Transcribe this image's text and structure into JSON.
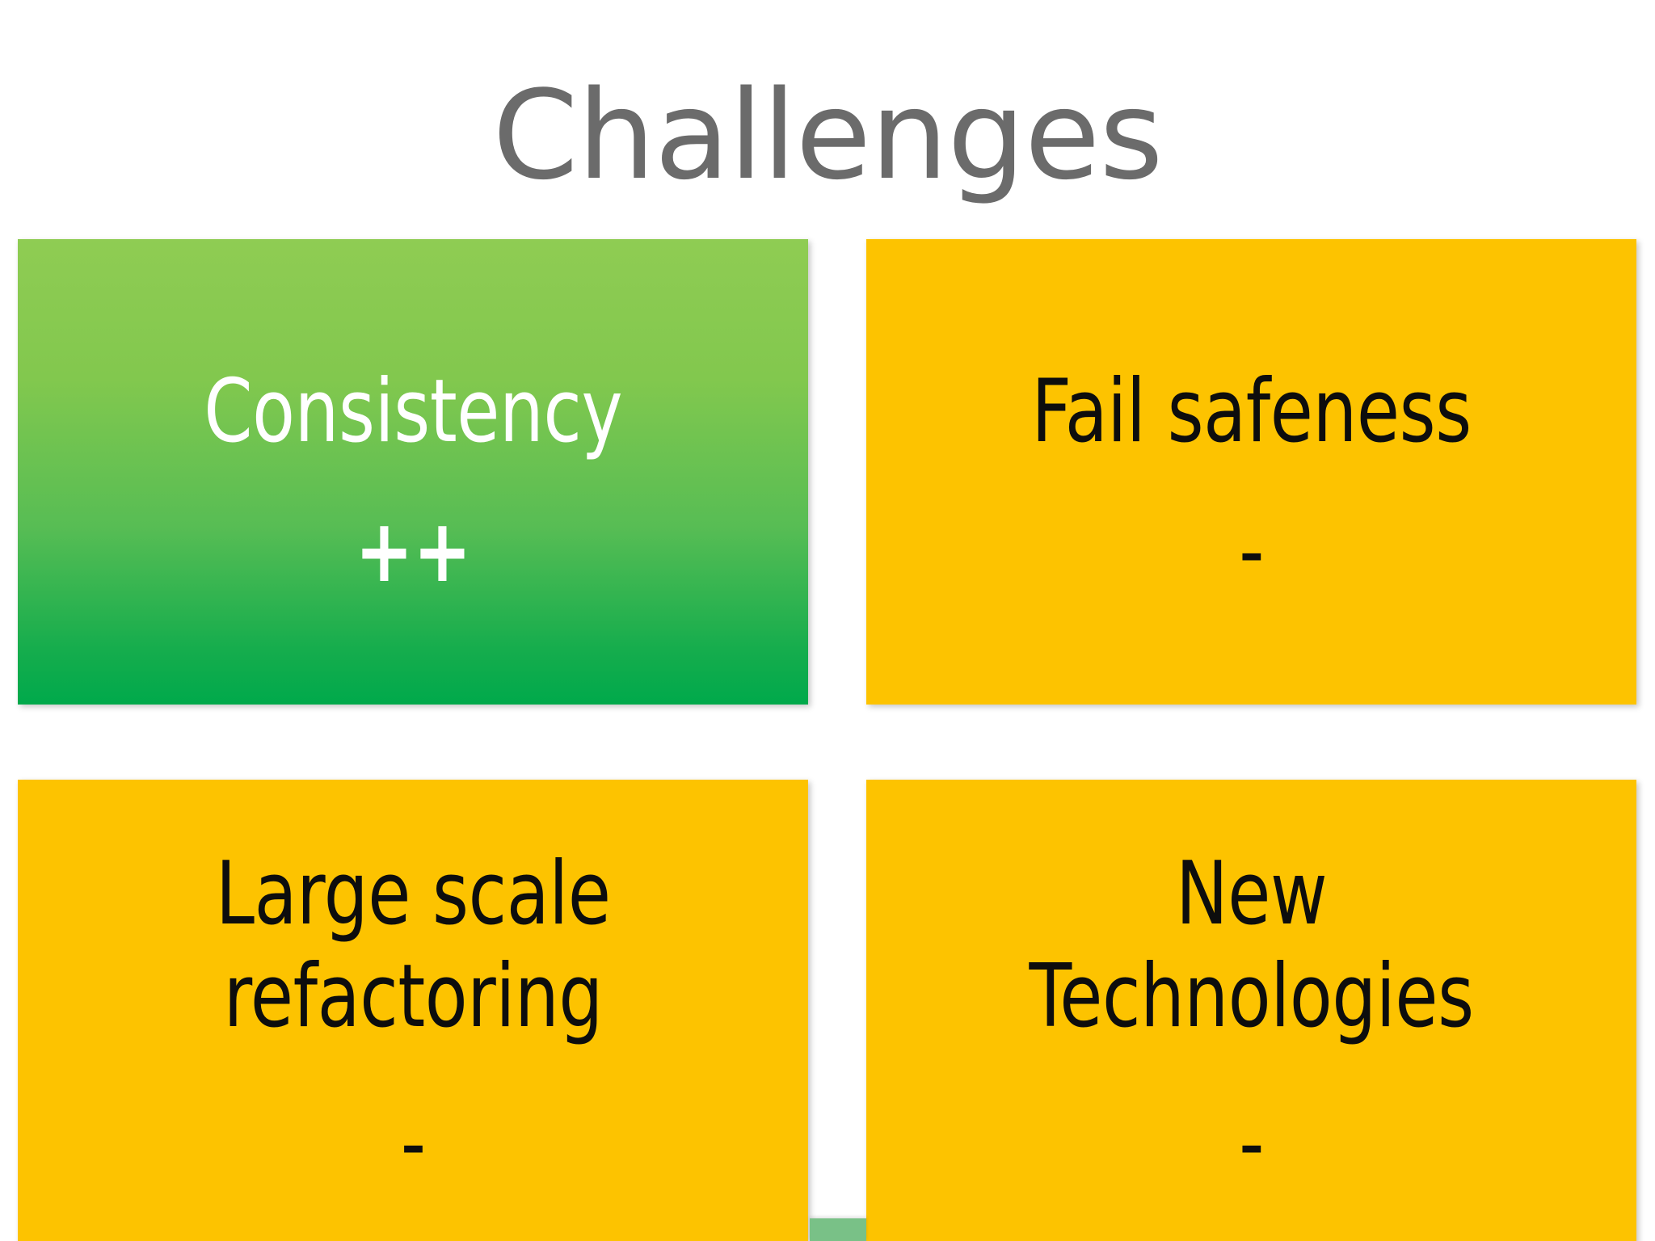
{
  "slide": {
    "title": "Challenges",
    "title_color": "#6b6b6b",
    "background_color": "#ffffff"
  },
  "cards": [
    {
      "id": "consistency",
      "label": "Consistency",
      "score": "++",
      "fill_top_color": "#8fcc53",
      "fill_bottom_color": "#00a94b",
      "text_color": "#ffffff"
    },
    {
      "id": "fail-safeness",
      "label": "Fail safeness",
      "score": "-",
      "fill_color": "#fdc300",
      "text_color": "#0d0d0d"
    },
    {
      "id": "large-scale-refactoring",
      "label": "Large scale\nrefactoring",
      "score": "-",
      "fill_color": "#fdc300",
      "text_color": "#0d0d0d"
    },
    {
      "id": "new-technologies",
      "label": "New\nTechnologies",
      "score": "-",
      "fill_color": "#fdc300",
      "text_color": "#0d0d0d"
    }
  ],
  "decor": {
    "bottom_sliver_color": "#79c187"
  }
}
